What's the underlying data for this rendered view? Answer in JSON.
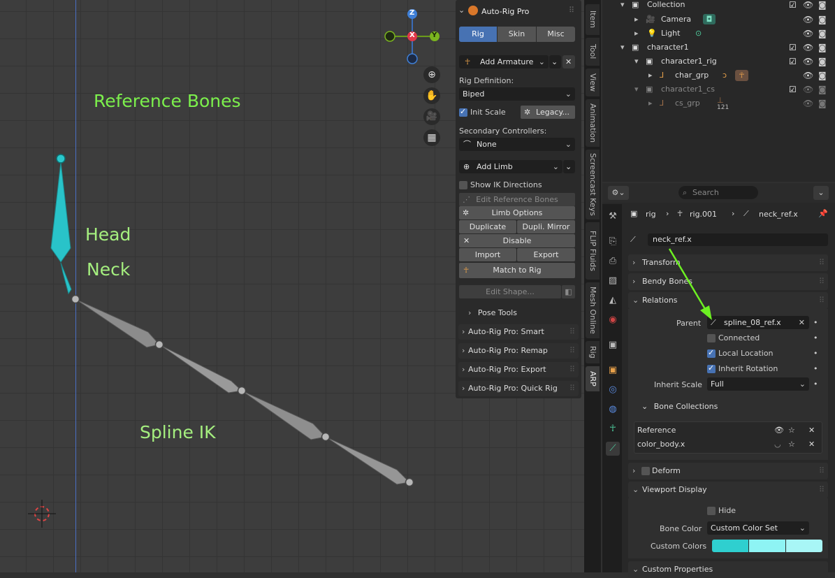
{
  "viewport": {
    "labels": {
      "reference_bones": "Reference Bones",
      "head": "Head",
      "neck": "Neck",
      "spline_ik": "Spline IK"
    },
    "gizmo": {
      "z": "Z",
      "x": "X",
      "y": "Y"
    }
  },
  "npanel": {
    "title": "Auto-Rig Pro",
    "tabs": [
      "Rig",
      "Skin",
      "Misc"
    ],
    "add_armature": "Add Armature",
    "rig_definition_label": "Rig Definition:",
    "rig_definition_value": "Biped",
    "init_scale": "Init Scale",
    "legacy": "Legacy...",
    "secondary_label": "Secondary Controllers:",
    "secondary_value": "None",
    "add_limb": "Add Limb",
    "show_ik": "Show IK Directions",
    "edit_ref": "Edit Reference Bones",
    "limb_options": "Limb Options",
    "duplicate": "Duplicate",
    "dupli_mirror": "Dupli. Mirror",
    "disable": "Disable",
    "import": "Import",
    "export": "Export",
    "match_to_rig": "Match to Rig",
    "edit_shape": "Edit Shape...",
    "pose_tools": "Pose Tools",
    "sections": [
      "Auto-Rig Pro: Smart",
      "Auto-Rig Pro: Remap",
      "Auto-Rig Pro: Export",
      "Auto-Rig Pro: Quick Rig"
    ]
  },
  "vtabs": [
    "Item",
    "Tool",
    "View",
    "Animation",
    "Screencast Keys",
    "FLIP Fluids",
    "Mesh Online",
    "Rig",
    "ARP"
  ],
  "outliner": {
    "rows": [
      "Collection",
      "Camera",
      "Light",
      "character1",
      "character1_rig",
      "char_grp",
      "character1_cs",
      "cs_grp"
    ],
    "cs_count": "121"
  },
  "props": {
    "search_placeholder": "Search",
    "breadcrumb": [
      "rig",
      "rig.001",
      "neck_ref.x"
    ],
    "bone_name": "neck_ref.x",
    "sections": {
      "transform": "Transform",
      "bendy": "Bendy Bones",
      "relations": "Relations",
      "deform": "Deform",
      "viewport_display": "Viewport Display",
      "custom_props": "Custom Properties"
    },
    "parent_label": "Parent",
    "parent_value": "spline_08_ref.x",
    "connected": "Connected",
    "local_location": "Local Location",
    "inherit_rotation": "Inherit Rotation",
    "inherit_scale_label": "Inherit Scale",
    "inherit_scale_value": "Full",
    "bone_collections": "Bone Collections",
    "collections": [
      "Reference",
      "color_body.x"
    ],
    "hide": "Hide",
    "bone_color_label": "Bone Color",
    "bone_color_value": "Custom Color Set",
    "custom_colors_label": "Custom Colors",
    "custom_colors": [
      "#2fcfcf",
      "#8ef4f4",
      "#a8f6f6"
    ]
  }
}
